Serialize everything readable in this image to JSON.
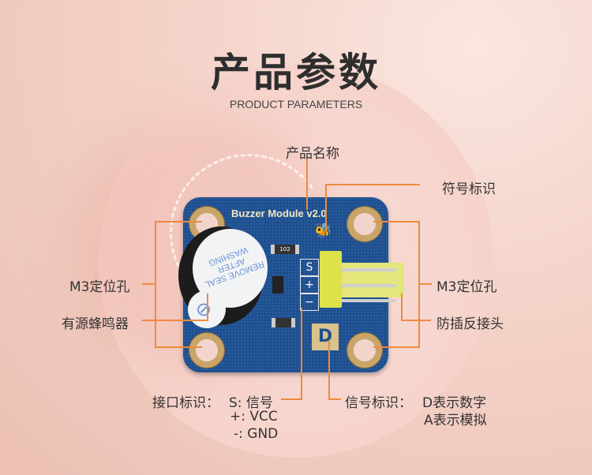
{
  "header": {
    "title": "产品参数",
    "subtitle": "PRODUCT PARAMETERS"
  },
  "board": {
    "silkscreen": "Buzzer Module v2.0",
    "resistor_code": "102",
    "seal_text": "REMOVE SEAL AFTER WASHING",
    "pins": [
      "S",
      "+",
      "−"
    ],
    "signal_mark": "D"
  },
  "labels": {
    "product_name": "产品名称",
    "symbol_mark": "符号标识",
    "m3_hole_left": "M3定位孔",
    "m3_hole_right": "M3定位孔",
    "active_buzzer": "有源蜂鸣器",
    "anti_reverse": "防插反接头",
    "interface_title": "接口标识：",
    "interface_lines": [
      "S: 信号",
      "+:  VCC",
      "-: GND"
    ],
    "signal_title": "信号标识：",
    "signal_lines": [
      "D表示数字",
      "A表示模拟"
    ]
  },
  "colors": {
    "accent": "#ef8a3e",
    "pcb": "#1f4f8e"
  }
}
